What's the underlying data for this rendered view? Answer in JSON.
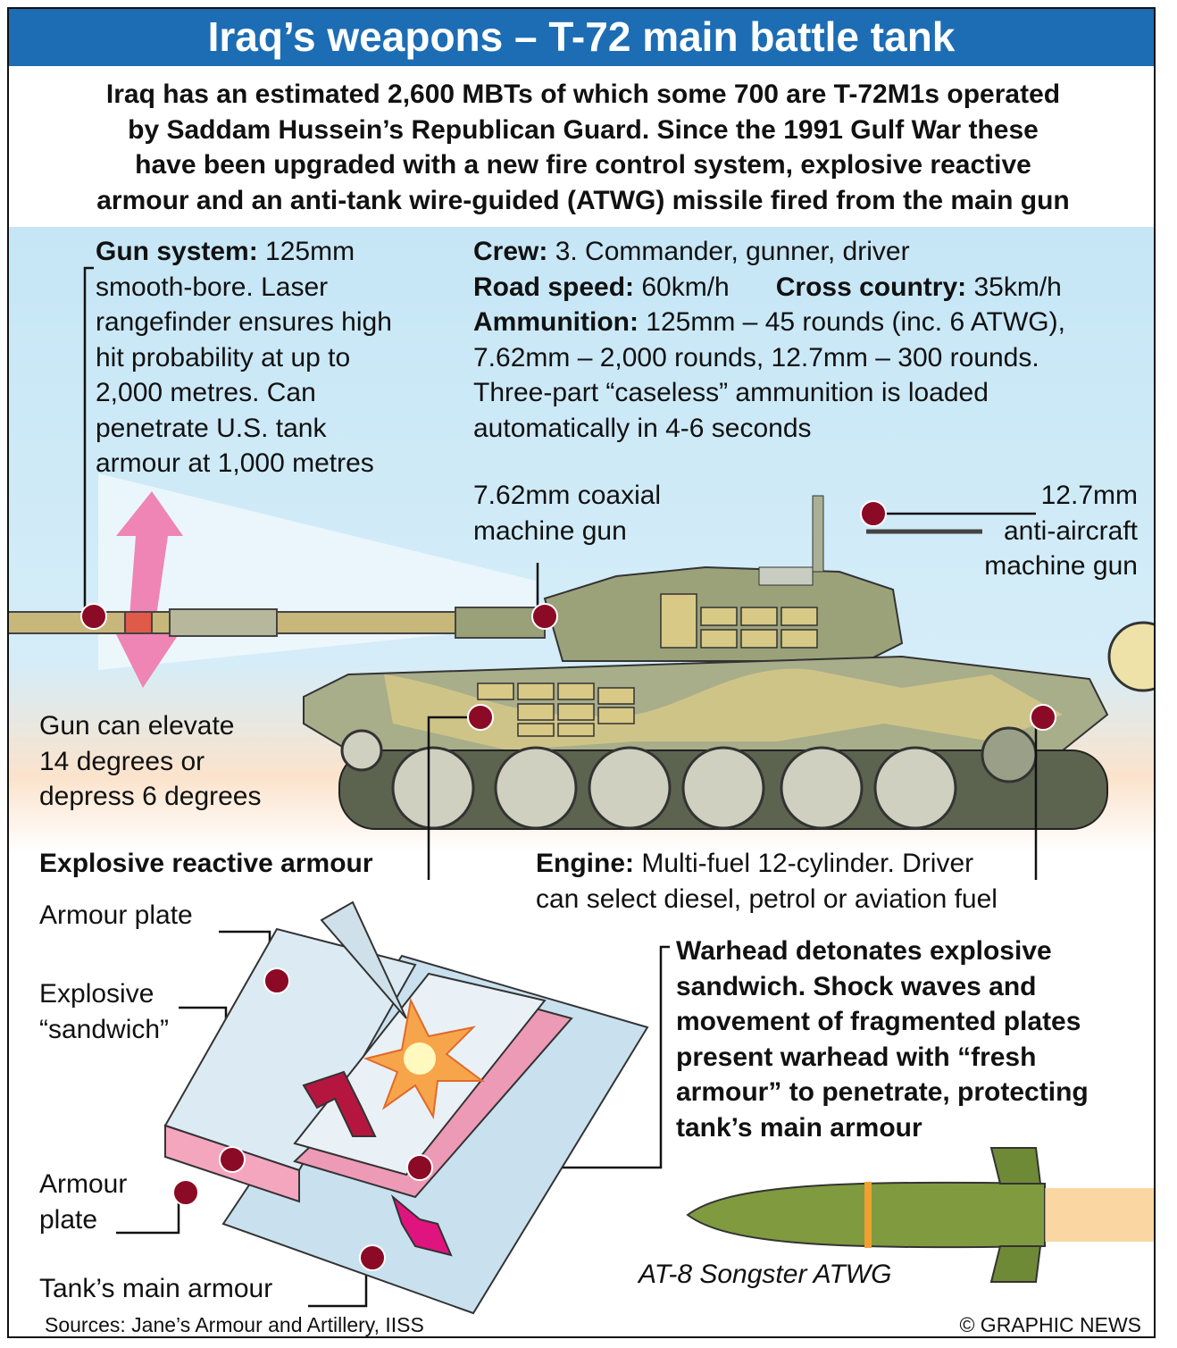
{
  "title": "Iraq’s weapons – T-72 main battle tank",
  "intro": [
    "Iraq has an estimated 2,600 MBTs of which some 700 are T-72M1s operated",
    "by Saddam Hussein’s Republican Guard. Since the 1991 Gulf War these",
    "have been upgraded with a new fire control system, explosive reactive",
    "armour and an anti-tank wire-guided (ATWG) missile fired from the main gun"
  ],
  "gun_system": {
    "label": "Gun system:",
    "lines": [
      " 125mm",
      "smooth-bore. Laser",
      "rangefinder ensures high",
      "hit probability at up to",
      "2,000 metres. Can",
      "penetrate U.S. tank",
      "armour at 1,000 metres"
    ]
  },
  "specs": {
    "crew_label": "Crew:",
    "crew": " 3. Commander, gunner, driver",
    "road_label": "Road speed:",
    "road": " 60km/h",
    "cross_label": "Cross country:",
    "cross": " 35km/h",
    "ammo_label": "Ammunition:",
    "ammo": [
      " 125mm – 45 rounds (inc. 6 ATWG),",
      "7.62mm – 2,000 rounds, 12.7mm – 300 rounds.",
      "Three-part “caseless” ammunition is loaded",
      "automatically in 4-6 seconds"
    ]
  },
  "coaxial": [
    "7.62mm coaxial",
    "machine gun"
  ],
  "antiaircraft": [
    "12.7mm",
    "anti-aircraft",
    "machine gun"
  ],
  "elevation": [
    "Gun can elevate",
    "14 degrees or",
    "depress 6 degrees"
  ],
  "era_heading": "Explosive reactive armour",
  "engine": {
    "label": "Engine:",
    "lines": [
      " Multi-fuel 12-cylinder. Driver",
      "can select diesel, petrol or aviation fuel"
    ]
  },
  "era_labels": {
    "armour_plate_top": "Armour plate",
    "sandwich": [
      "Explosive",
      "“sandwich”"
    ],
    "armour_plate_bottom": [
      "Armour",
      "plate"
    ],
    "main_armour": "Tank’s main armour"
  },
  "warhead": [
    "Warhead detonates explosive",
    "sandwich. Shock waves and",
    "movement of fragmented plates",
    "present warhead with “fresh",
    "armour” to penetrate, protecting",
    "tank’s main armour"
  ],
  "missile_caption": "AT-8 Songster ATWG",
  "sources": "Sources: Jane’s Armour and Artillery, IISS",
  "credit": "© GRAPHIC NEWS",
  "colors": {
    "title_bar": "#1c6db4",
    "sky": "#c6e6f6",
    "marker": "#8b0a25",
    "elevation_arrow": "#ef85b4",
    "tank_olive": "#8f9a6c",
    "tank_sand": "#d8c987"
  }
}
